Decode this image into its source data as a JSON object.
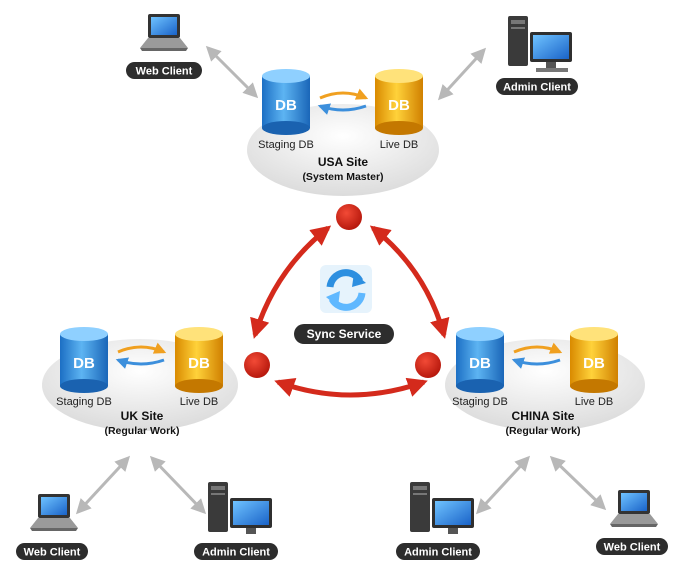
{
  "colors": {
    "staging_db": "#3a8fdc",
    "live_db": "#f2a800",
    "sync_arrows": "#d42a1c",
    "node": "#d01f10",
    "pill": "#2d2d2d"
  },
  "sites": {
    "usa": {
      "title": "USA Site",
      "subtitle": "(System Master)",
      "staging": {
        "db": "DB",
        "label": "Staging DB"
      },
      "live": {
        "db": "DB",
        "label": "Live DB"
      },
      "client_left": "Web Client",
      "client_right": "Admin Client"
    },
    "uk": {
      "title": "UK Site",
      "subtitle": "(Regular Work)",
      "staging": {
        "db": "DB",
        "label": "Staging DB"
      },
      "live": {
        "db": "DB",
        "label": "Live DB"
      },
      "client_left": "Web Client",
      "client_right": "Admin Client"
    },
    "china": {
      "title": "CHINA Site",
      "subtitle": "(Regular Work)",
      "staging": {
        "db": "DB",
        "label": "Staging DB"
      },
      "live": {
        "db": "DB",
        "label": "Live DB"
      },
      "client_left": "Admin Client",
      "client_right": "Web Client"
    }
  },
  "sync": {
    "label": "Sync Service",
    "icon": "sync-icon"
  },
  "icons": {
    "laptop": "laptop-icon",
    "desktop": "desktop-computer-icon"
  }
}
